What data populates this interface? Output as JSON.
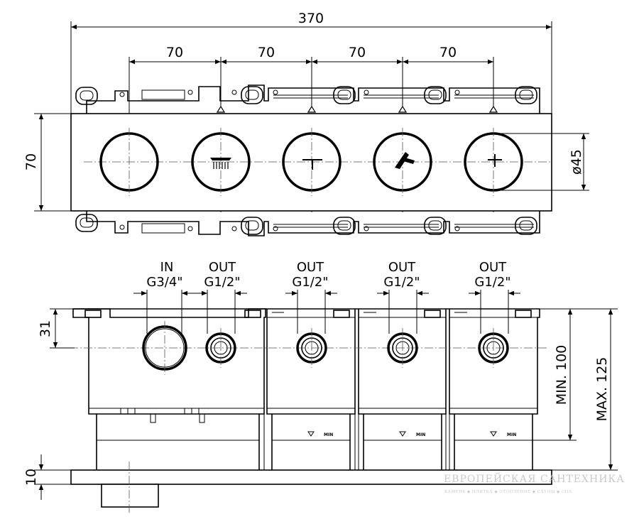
{
  "dimensions": {
    "overall_width": "370",
    "spacing": [
      "70",
      "70",
      "70",
      "70"
    ],
    "plate_height": "70",
    "knob_diameter": "ø45",
    "side_offset": "31",
    "min_depth": "MIN. 100",
    "max_depth": "MAX. 125",
    "plate_thickness": "10"
  },
  "ports": [
    {
      "type": "IN",
      "thread": "G3/4\""
    },
    {
      "type": "OUT",
      "thread": "G1/2\""
    },
    {
      "type": "OUT",
      "thread": "G1/2\""
    },
    {
      "type": "OUT",
      "thread": "G1/2\""
    },
    {
      "type": "OUT",
      "thread": "G1/2\""
    }
  ],
  "knob_icons": [
    "blank-icon",
    "shower-head-icon",
    "spout-icon",
    "hand-shower-icon",
    "tap-icon"
  ],
  "min_marks": [
    "MIN",
    "MIN",
    "MIN"
  ],
  "watermark": {
    "title": "ЕВРОПЕЙСКАЯ САНТЕХНИКА",
    "subtitle": "КАМЕНЬ ◆ ПЛИТКА ◆ ОТОПЛЕНИЕ ◆ САУНЫ ◆ СПА"
  }
}
